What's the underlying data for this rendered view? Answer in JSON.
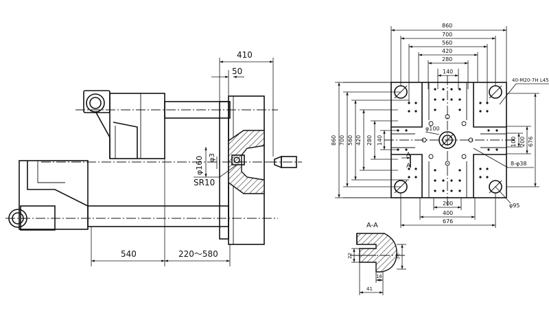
{
  "side_view": {
    "dims": {
      "stroke_410": "410",
      "depth_50": "50",
      "dia_160": "φ160",
      "dia_3": "φ3",
      "sr_10": "SR10",
      "len_540": "540",
      "range_220_580": "220～580"
    }
  },
  "platen_view": {
    "dims": {
      "w860": "860",
      "w700": "700",
      "w560": "560",
      "w420": "420",
      "w280": "280",
      "w140": "140",
      "h860": "860",
      "h700": "700",
      "h560": "560",
      "h420": "420",
      "h280": "280",
      "h140": "140",
      "h100": "100",
      "h200": "200",
      "h676": "676",
      "b200": "200",
      "b400": "400",
      "b676": "676"
    },
    "callouts": {
      "thread": "40-M20-7H L45",
      "center_hole": "φ100",
      "bolt_holes": "8-φ38",
      "corner_hole": "φ95",
      "section_mark": "A"
    }
  },
  "section_view": {
    "title": "A-A",
    "dims": {
      "d22": "22",
      "d36": "36",
      "d16": "16",
      "d41": "41"
    }
  }
}
